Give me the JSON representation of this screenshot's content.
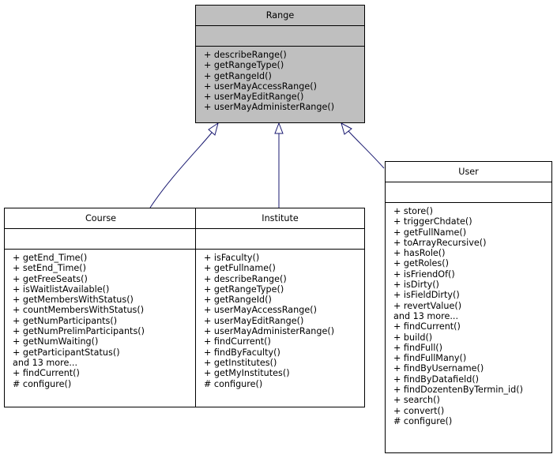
{
  "colors": {
    "base_fill": "#bfbfbf",
    "class_fill": "#ffffff",
    "edge": "#191970"
  },
  "classes": {
    "range": {
      "name": "Range",
      "methods": [
        "+ describeRange()",
        "+ getRangeType()",
        "+ getRangeId()",
        "+ userMayAccessRange()",
        "+ userMayEditRange()",
        "+ userMayAdministerRange()"
      ]
    },
    "course": {
      "name": "Course",
      "methods": [
        "+ getEnd_Time()",
        "+ setEnd_Time()",
        "+ getFreeSeats()",
        "+ isWaitlistAvailable()",
        "+ getMembersWithStatus()",
        "+ countMembersWithStatus()",
        "+ getNumParticipants()",
        "+ getNumPrelimParticipants()",
        "+ getNumWaiting()",
        "+ getParticipantStatus()",
        "and 13 more...",
        "+ findCurrent()",
        "# configure()"
      ]
    },
    "institute": {
      "name": "Institute",
      "methods": [
        "+ isFaculty()",
        "+ getFullname()",
        "+ describeRange()",
        "+ getRangeType()",
        "+ getRangeId()",
        "+ userMayAccessRange()",
        "+ userMayEditRange()",
        "+ userMayAdministerRange()",
        "+ findCurrent()",
        "+ findByFaculty()",
        "+ getInstitutes()",
        "+ getMyInstitutes()",
        "# configure()"
      ]
    },
    "user": {
      "name": "User",
      "methods": [
        "+ store()",
        "+ triggerChdate()",
        "+ getFullName()",
        "+ toArrayRecursive()",
        "+ hasRole()",
        "+ getRoles()",
        "+ isFriendOf()",
        "+ isDirty()",
        "+ isFieldDirty()",
        "+ revertValue()",
        "and 13 more...",
        "+ findCurrent()",
        "+ build()",
        "+ findFull()",
        "+ findFullMany()",
        "+ findByUsername()",
        "+ findByDatafield()",
        "+ findDozentenByTermin_id()",
        "+ search()",
        "+ convert()",
        "# configure()"
      ]
    }
  }
}
